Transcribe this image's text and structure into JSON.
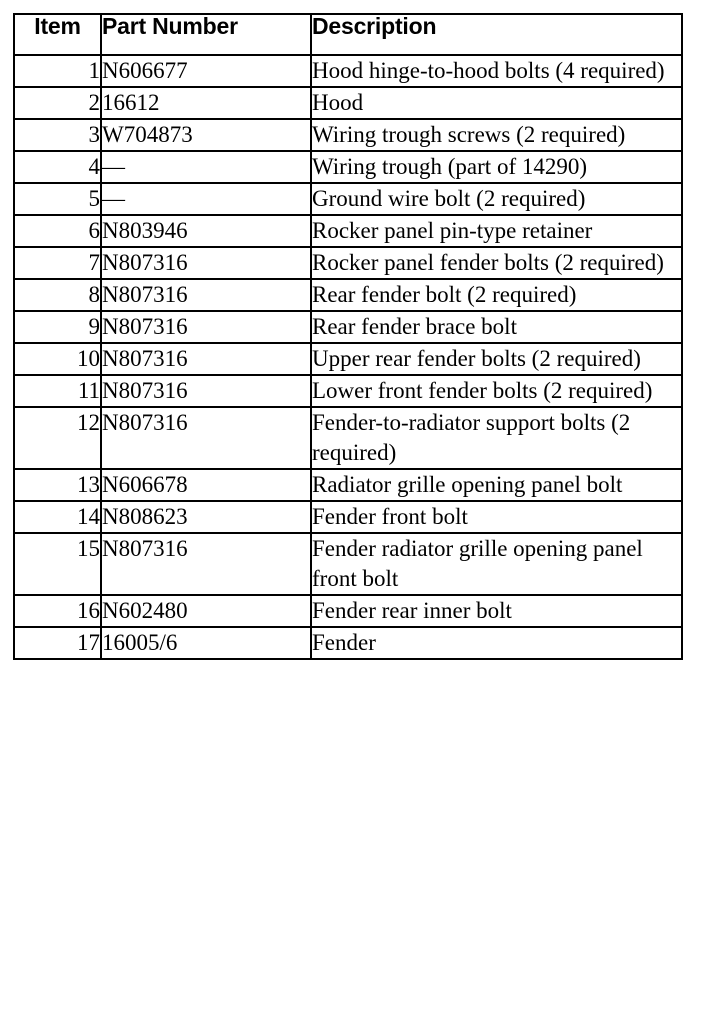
{
  "table": {
    "name": "parts-identification-table",
    "columns": [
      {
        "key": "item",
        "label": "Item",
        "align": "center"
      },
      {
        "key": "part_number",
        "label": "Part Number",
        "align": "left"
      },
      {
        "key": "description",
        "label": "Description",
        "align": "left"
      }
    ],
    "row_count": 17,
    "rows": [
      {
        "item": "1",
        "part_number": "N606677",
        "description": "Hood hinge-to-hood bolts (4 required)"
      },
      {
        "item": "2",
        "part_number": "16612",
        "description": "Hood"
      },
      {
        "item": "3",
        "part_number": "W704873",
        "description": "Wiring trough screws (2 required)"
      },
      {
        "item": "4",
        "part_number": "—",
        "description": "Wiring trough (part of 14290)"
      },
      {
        "item": "5",
        "part_number": "—",
        "description": "Ground wire bolt (2 required)"
      },
      {
        "item": "6",
        "part_number": "N803946",
        "description": "Rocker panel pin-type retainer"
      },
      {
        "item": "7",
        "part_number": "N807316",
        "description": "Rocker panel fender bolts (2 required)"
      },
      {
        "item": "8",
        "part_number": "N807316",
        "description": "Rear fender bolt (2 required)"
      },
      {
        "item": "9",
        "part_number": "N807316",
        "description": "Rear fender brace bolt"
      },
      {
        "item": "10",
        "part_number": "N807316",
        "description": "Upper rear fender bolts (2 required)"
      },
      {
        "item": "11",
        "part_number": "N807316",
        "description": "Lower front fender bolts (2 required)"
      },
      {
        "item": "12",
        "part_number": "N807316",
        "description": "Fender-to-radiator support bolts (2 required)"
      },
      {
        "item": "13",
        "part_number": "N606678",
        "description": "Radiator grille opening panel bolt"
      },
      {
        "item": "14",
        "part_number": "N808623",
        "description": "Fender front bolt"
      },
      {
        "item": "15",
        "part_number": "N807316",
        "description": "Fender radiator grille opening panel front bolt"
      },
      {
        "item": "16",
        "part_number": "N602480",
        "description": "Fender rear inner bolt"
      },
      {
        "item": "17",
        "part_number": "16005/6",
        "description": "Fender"
      }
    ]
  },
  "colors": {
    "page_background": "#ffffff",
    "text": "#000000",
    "border": "#000000"
  }
}
